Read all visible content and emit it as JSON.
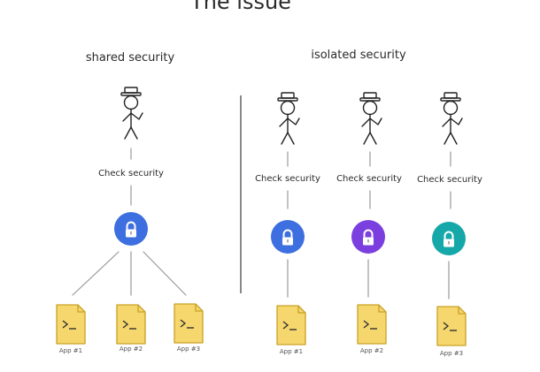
{
  "title": "The issue",
  "shared": {
    "heading": "shared security",
    "check_label": "Check security",
    "lock_color": "#3d6fe0",
    "apps": [
      "App #1",
      "App #2",
      "App #3"
    ]
  },
  "isolated": {
    "heading": "isolated security",
    "columns": [
      {
        "check_label": "Check security",
        "lock_color": "#3d6fe0",
        "app": "App #1"
      },
      {
        "check_label": "Check security",
        "lock_color": "#7b3fe0",
        "app": "App #2"
      },
      {
        "check_label": "Check security",
        "lock_color": "#16a8a8",
        "app": "App #3"
      }
    ]
  },
  "icons": {
    "person": "stick-figure-with-hat-icon",
    "lock": "lock-icon",
    "file": "terminal-file-icon"
  },
  "colors": {
    "file_fill": "#f5d76e",
    "file_stroke": "#c9a227"
  }
}
